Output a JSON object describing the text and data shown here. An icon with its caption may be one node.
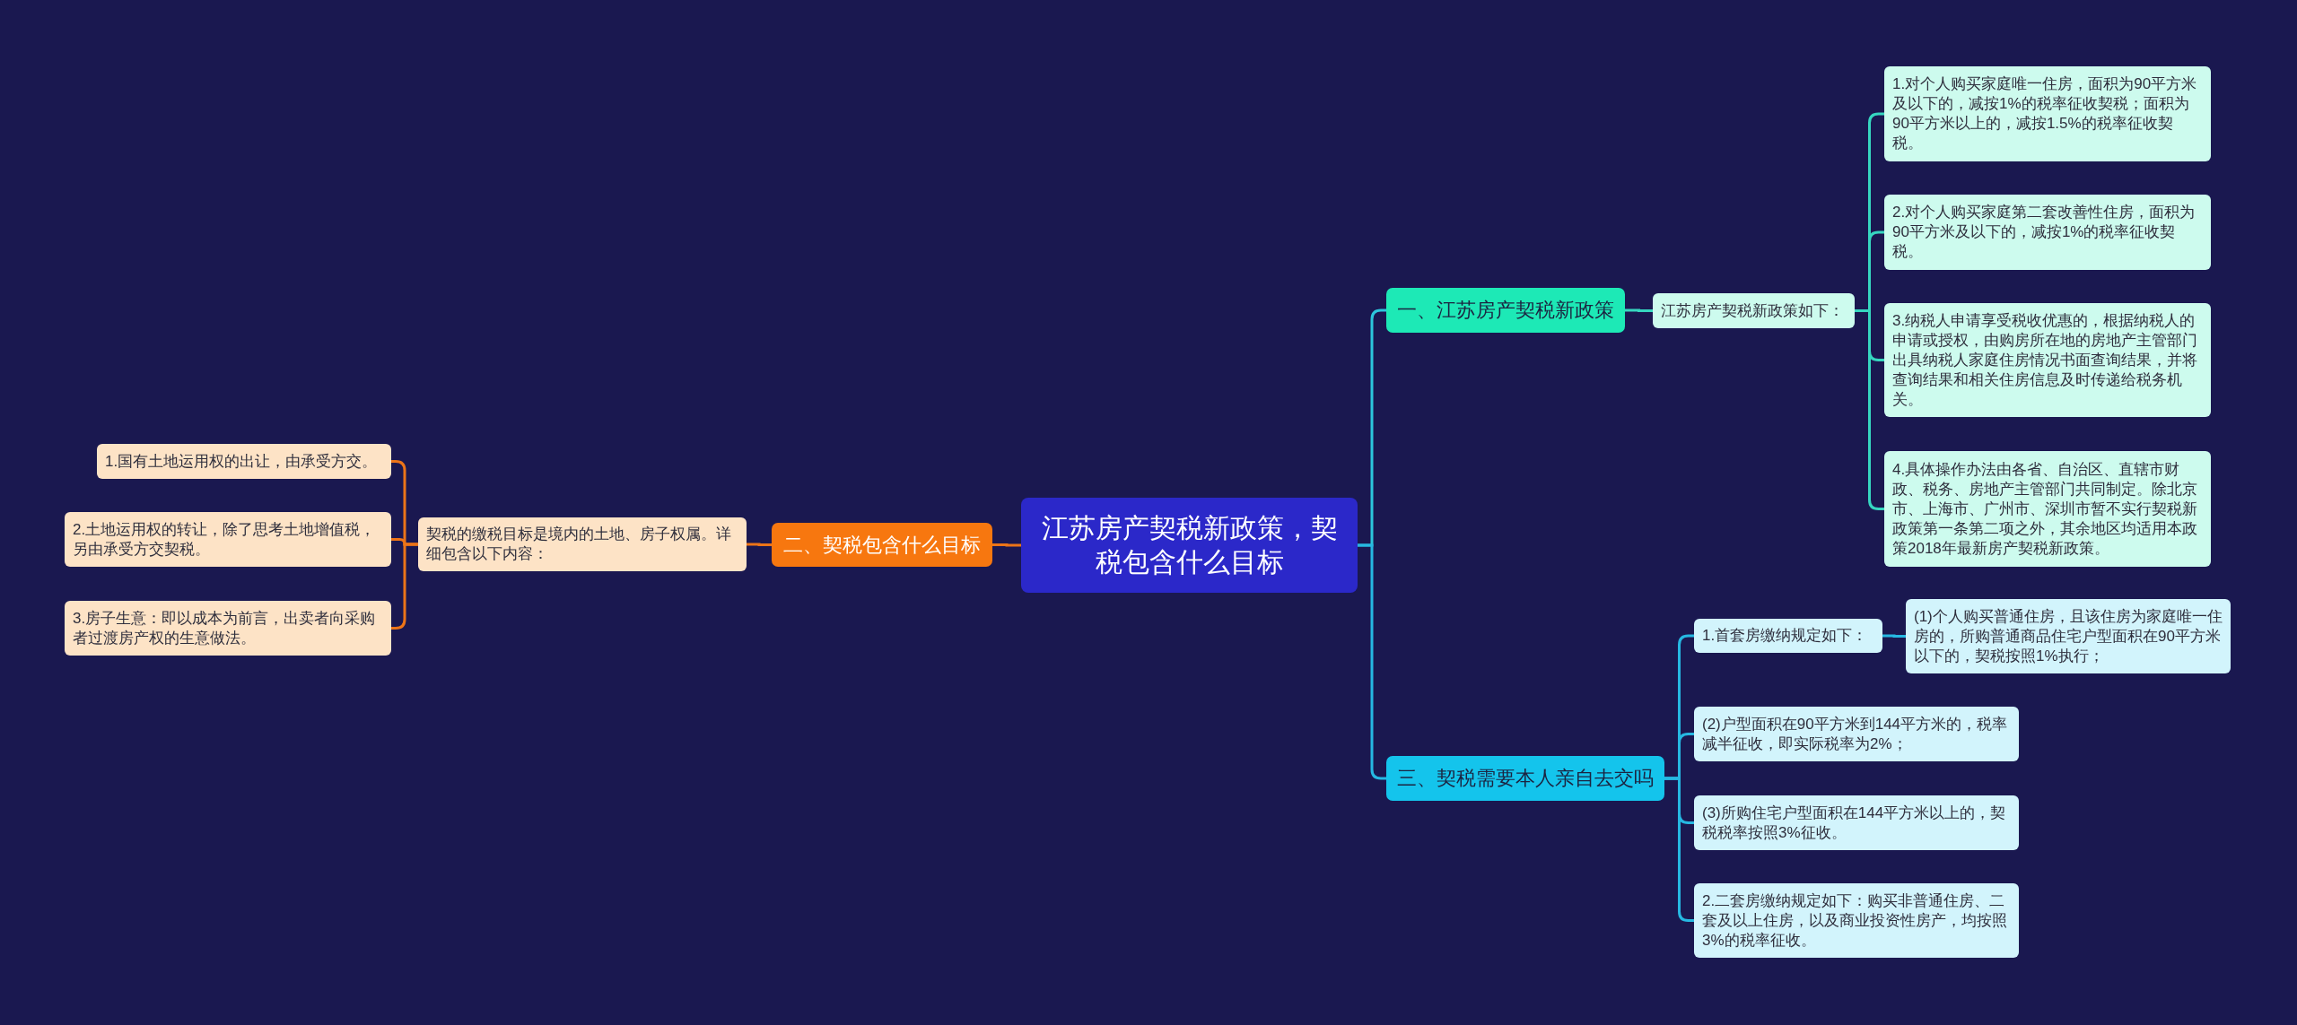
{
  "diagram": {
    "nodes": [
      {
        "text": [
          "江苏房产契税新政策，契税包含什么目标"
        ]
      },
      {
        "text": [
          "一、江苏房产契税新政策"
        ]
      },
      {
        "text": [
          "江苏房产契税新政策如下："
        ]
      },
      {
        "text": [
          "1.对个人购买家庭唯一住房，面积为90平方米及以下的，减按1%的税率征收契税；面积为90平方米以上的，减按1.5%的税率征收契税。"
        ]
      },
      {
        "text": [
          "2.对个人购买家庭第二套改善性住房，面积为90平方米及以下的，减按1%的税率征收契税。"
        ]
      },
      {
        "text": [
          "3.纳税人申请享受税收优惠的，根据纳税人的申请或授权，由购房所在地的房地产主管部门出具纳税人家庭住房情况书面查询结果，并将查询结果和相关住房信息及时传递给税务机关。"
        ]
      },
      {
        "text": [
          "4.具体操作办法由各省、自治区、直辖市财政、税务、房地产主管部门共同制定。除北京市、上海市、广州市、深圳市暂不实行契税新政策第一条第二项之外，其余地区均适用本政策2018年最新房产契税新政策。"
        ]
      },
      {
        "text": [
          "三、契税需要本人亲自去交吗"
        ]
      },
      {
        "text": [
          "1.首套房缴纳规定如下："
        ]
      },
      {
        "text": [
          "(1)个人购买普通住房，且该住房为家庭唯一住房的，所购普通商品住宅户型面积在90平方米以下的，契税按照1%执行；"
        ]
      },
      {
        "text": [
          "(2)户型面积在90平方米到144平方米的，税率减半征收，即实际税率为2%；"
        ]
      },
      {
        "text": [
          "(3)所购住宅户型面积在144平方米以上的，契税税率按照3%征收。"
        ]
      },
      {
        "text": [
          "2.二套房缴纳规定如下：购买非普通住房、二套及以上住房，以及商业投资性房产，均按照3%的税率征收。"
        ]
      },
      {
        "text": [
          "二、契税包含什么目标"
        ]
      },
      {
        "text": [
          "契税的缴税目标是境内的土地、房子权属。详细包含以下内容："
        ]
      },
      {
        "text": [
          "1.国有土地运用权的出让，由承受方交。"
        ]
      },
      {
        "text": [
          "2.土地运用权的转让，除了思考土地增值税，另由承受方交契税。"
        ]
      },
      {
        "text": [
          "3.房子生意：即以成本为前言，出卖者向采购者过渡房产权的生意做法。"
        ]
      }
    ],
    "edges": [
      {
        "from": 0,
        "to": 1,
        "arrow": "none",
        "color": "#2cc6dc"
      },
      {
        "from": 1,
        "to": 2,
        "arrow": "none",
        "color": "#36d6c0"
      },
      {
        "from": 2,
        "to": 3,
        "arrow": "none",
        "color": "#36d6c0"
      },
      {
        "from": 2,
        "to": 4,
        "arrow": "none",
        "color": "#36d6c0"
      },
      {
        "from": 2,
        "to": 5,
        "arrow": "none",
        "color": "#36d6c0"
      },
      {
        "from": 2,
        "to": 6,
        "arrow": "none",
        "color": "#36d6c0"
      },
      {
        "from": 0,
        "to": 7,
        "arrow": "none",
        "color": "#26b8e2"
      },
      {
        "from": 7,
        "to": 8,
        "arrow": "none",
        "color": "#26b8e2"
      },
      {
        "from": 8,
        "to": 9,
        "arrow": "none",
        "color": "#26b8e2"
      },
      {
        "from": 7,
        "to": 10,
        "arrow": "none",
        "color": "#26b8e2"
      },
      {
        "from": 7,
        "to": 11,
        "arrow": "none",
        "color": "#26b8e2"
      },
      {
        "from": 7,
        "to": 12,
        "arrow": "none",
        "color": "#26b8e2"
      },
      {
        "from": 0,
        "to": 13,
        "arrow": "none",
        "color": "#ec7418"
      },
      {
        "from": 13,
        "to": 14,
        "arrow": "none",
        "color": "#ec7418"
      },
      {
        "from": 14,
        "to": 15,
        "arrow": "none",
        "color": "#ec7418"
      },
      {
        "from": 14,
        "to": 16,
        "arrow": "none",
        "color": "#ec7418"
      },
      {
        "from": 14,
        "to": 17,
        "arrow": "none",
        "color": "#ec7418"
      }
    ]
  }
}
